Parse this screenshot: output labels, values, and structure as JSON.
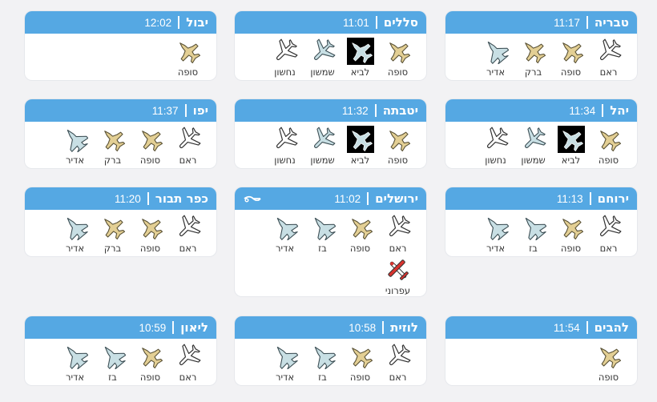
{
  "icon_colors": {
    "tan": "#e3cf94",
    "lightblue": "#c8dfe4",
    "outline": "#ffffff",
    "dark_bg": "#000000",
    "header": "#55a8e3"
  },
  "cards": [
    {
      "city": "טבריה",
      "time": "11:17",
      "items": [
        {
          "label": "ראם",
          "icon": "plane-outline-icon"
        },
        {
          "label": "סופה",
          "icon": "jet-tan-icon"
        },
        {
          "label": "ברק",
          "icon": "jet-tan-icon"
        },
        {
          "label": "אדיר",
          "icon": "stealth-jet-icon"
        }
      ]
    },
    {
      "city": "סללים",
      "time": "11:01",
      "items": [
        {
          "label": "סופה",
          "icon": "jet-tan-icon"
        },
        {
          "label": "לביא",
          "icon": "jet-dark-icon"
        },
        {
          "label": "שמשון",
          "icon": "plane-blue-icon"
        },
        {
          "label": "נחשון",
          "icon": "plane-outline-icon"
        }
      ]
    },
    {
      "city": "יבול",
      "time": "12:02",
      "items": [
        {
          "label": "סופה",
          "icon": "jet-tan-icon"
        }
      ]
    },
    {
      "city": "יהל",
      "time": "11:34",
      "items": [
        {
          "label": "סופה",
          "icon": "jet-tan-icon"
        },
        {
          "label": "לביא",
          "icon": "jet-dark-icon"
        },
        {
          "label": "שמשון",
          "icon": "plane-blue-icon"
        },
        {
          "label": "נחשון",
          "icon": "plane-outline-icon"
        }
      ]
    },
    {
      "city": "יטבתה",
      "time": "11:32",
      "items": [
        {
          "label": "סופה",
          "icon": "jet-tan-icon"
        },
        {
          "label": "לביא",
          "icon": "jet-dark-icon"
        },
        {
          "label": "שמשון",
          "icon": "plane-blue-icon"
        },
        {
          "label": "נחשון",
          "icon": "plane-outline-icon"
        }
      ]
    },
    {
      "city": "יפו",
      "time": "11:37",
      "items": [
        {
          "label": "ראם",
          "icon": "plane-outline-icon"
        },
        {
          "label": "סופה",
          "icon": "jet-tan-icon"
        },
        {
          "label": "ברק",
          "icon": "jet-tan-icon"
        },
        {
          "label": "אדיר",
          "icon": "stealth-jet-icon"
        }
      ]
    },
    {
      "city": "ירוחם",
      "time": "11:13",
      "items": [
        {
          "label": "ראם",
          "icon": "plane-outline-icon"
        },
        {
          "label": "סופה",
          "icon": "jet-tan-icon"
        },
        {
          "label": "בז",
          "icon": "stealth-jet-icon"
        },
        {
          "label": "אדיר",
          "icon": "stealth-jet-icon"
        }
      ]
    },
    {
      "city": "ירושלים",
      "time": "11:02",
      "extra_icon": "wind-icon",
      "items": [
        {
          "label": "ראם",
          "icon": "plane-outline-icon"
        },
        {
          "label": "סופה",
          "icon": "jet-tan-icon"
        },
        {
          "label": "בז",
          "icon": "stealth-jet-icon"
        },
        {
          "label": "אדיר",
          "icon": "stealth-jet-icon"
        },
        {
          "label": "עפרוני",
          "icon": "small-plane-icon"
        }
      ]
    },
    {
      "city": "כפר תבור",
      "time": "11:20",
      "items": [
        {
          "label": "ראם",
          "icon": "plane-outline-icon"
        },
        {
          "label": "סופה",
          "icon": "jet-tan-icon"
        },
        {
          "label": "ברק",
          "icon": "jet-tan-icon"
        },
        {
          "label": "אדיר",
          "icon": "stealth-jet-icon"
        }
      ]
    },
    {
      "city": "להבים",
      "time": "11:54",
      "items": [
        {
          "label": "סופה",
          "icon": "jet-tan-icon"
        }
      ]
    },
    {
      "city": "לוזית",
      "time": "10:58",
      "items": [
        {
          "label": "ראם",
          "icon": "plane-outline-icon"
        },
        {
          "label": "סופה",
          "icon": "jet-tan-icon"
        },
        {
          "label": "בז",
          "icon": "stealth-jet-icon"
        },
        {
          "label": "אדיר",
          "icon": "stealth-jet-icon"
        }
      ]
    },
    {
      "city": "ליאון",
      "time": "10:59",
      "items": [
        {
          "label": "ראם",
          "icon": "plane-outline-icon"
        },
        {
          "label": "סופה",
          "icon": "jet-tan-icon"
        },
        {
          "label": "בז",
          "icon": "stealth-jet-icon"
        },
        {
          "label": "אדיר",
          "icon": "stealth-jet-icon"
        }
      ]
    }
  ]
}
